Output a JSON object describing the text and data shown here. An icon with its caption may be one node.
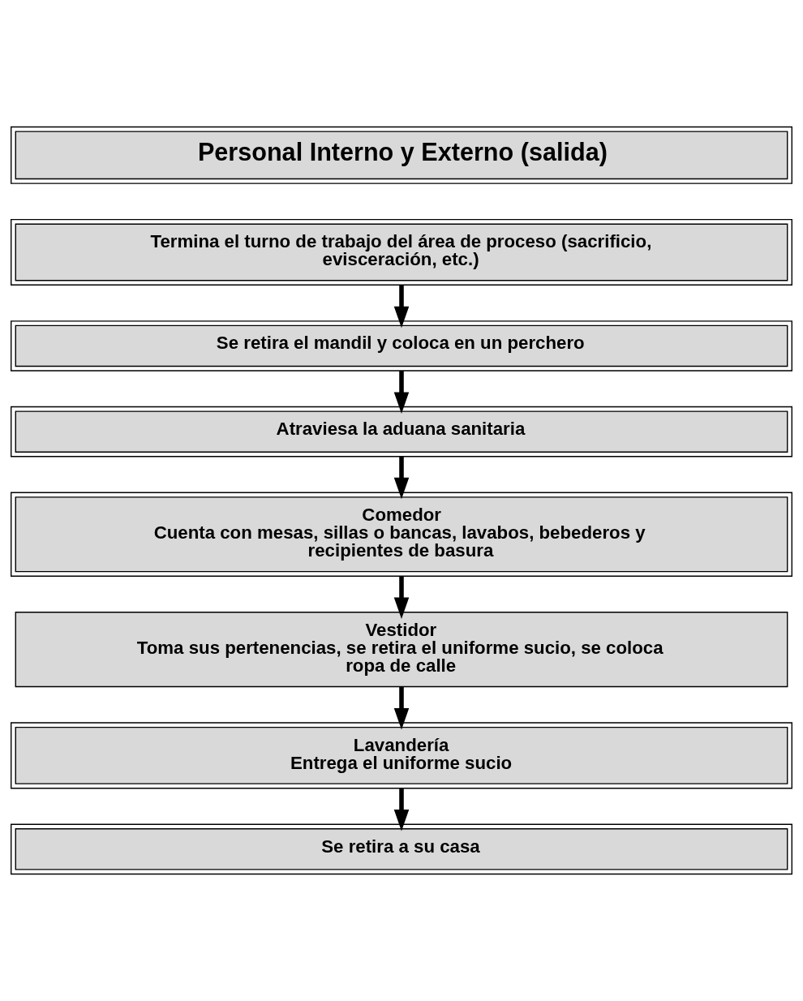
{
  "diagram": {
    "nodes": [
      {
        "text": [
          "Personal Interno y Externo (salida)"
        ]
      },
      {
        "text": [
          "Termina el turno de trabajo del área de proceso (sacrificio, evisceración, etc.)"
        ]
      },
      {
        "text": [
          "Se retira el mandil y coloca en un perchero"
        ]
      },
      {
        "text": [
          "Atraviesa la aduana sanitaria"
        ]
      },
      {
        "text": [
          "Comedor",
          "Cuenta con mesas, sillas o bancas, lavabos, bebederos y recipientes de basura"
        ]
      },
      {
        "text": [
          "Vestidor",
          "Toma sus pertenencias, se retira el uniforme sucio, se coloca ropa de calle"
        ]
      },
      {
        "text": [
          "Lavandería",
          "Entrega el uniforme sucio"
        ]
      },
      {
        "text": [
          "Se retira a su casa"
        ]
      }
    ],
    "edges": [
      {
        "from": 1,
        "to": 2,
        "arrow": "to"
      },
      {
        "from": 2,
        "to": 3,
        "arrow": "to"
      },
      {
        "from": 3,
        "to": 4,
        "arrow": "to"
      },
      {
        "from": 4,
        "to": 5,
        "arrow": "to"
      },
      {
        "from": 5,
        "to": 6,
        "arrow": "to"
      },
      {
        "from": 6,
        "to": 7,
        "arrow": "to"
      }
    ]
  }
}
